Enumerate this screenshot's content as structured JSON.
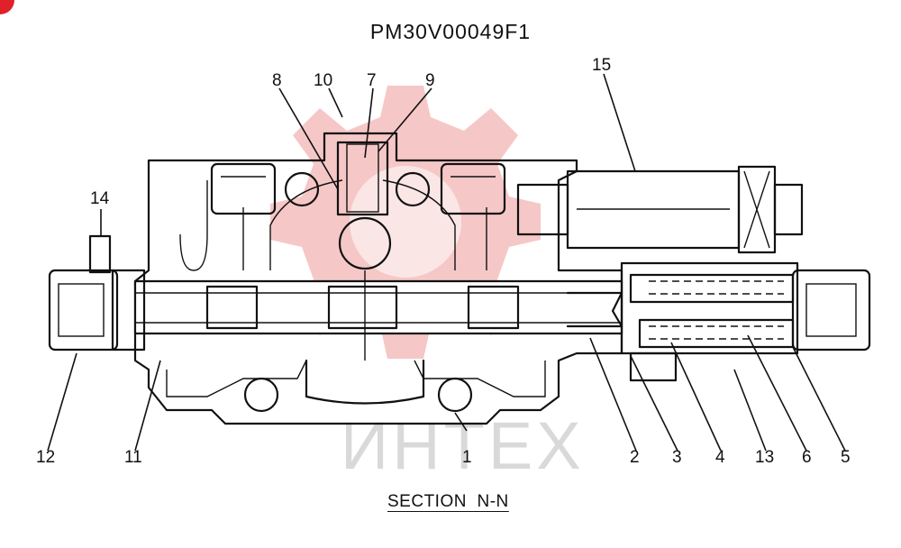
{
  "diagram": {
    "code": "PM30V00049F1",
    "section_label": "SECTION  N-N",
    "watermark": "ИНТЕХ",
    "callouts": [
      "1",
      "2",
      "3",
      "4",
      "5",
      "6",
      "7",
      "8",
      "9",
      "10",
      "11",
      "12",
      "13",
      "14",
      "15"
    ]
  },
  "colors": {
    "line": "#111111",
    "watermark_red": "#f3b4b4",
    "watermark_gray": "#d9d9d9",
    "badge": "#e0202a"
  }
}
